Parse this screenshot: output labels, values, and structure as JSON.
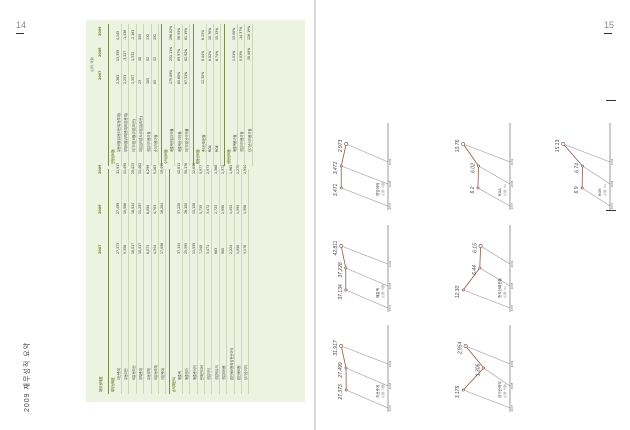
{
  "left_page": {
    "page_number": "14",
    "running_text": [
      "",
      "",
      ""
    ],
    "book_title": "2009 재무성적 요약"
  },
  "right_page": {
    "page_number": "15",
    "running_text": [
      "",
      "",
      ""
    ]
  },
  "table": {
    "unit": "(단위: 억원)",
    "headers": [
      "재무상태표",
      "2007",
      "2008",
      "2009"
    ],
    "balance_sheet": {
      "label": "재무상태표",
      "rows": [
        {
          "label": "자산총계",
          "v2007": "27,373",
          "v2008": "27,499",
          "v2009": "31,917"
        },
        {
          "label": "유동자산",
          "v2007": "9,356",
          "v2008": "10,586",
          "v2009": "11,495"
        },
        {
          "label": "비유동자산",
          "v2007": "18,017",
          "v2008": "16,914",
          "v2009": "20,422"
        },
        {
          "label": "부채총계",
          "v2007": "10,417",
          "v2008": "11,297",
          "v2009": "11,462"
        },
        {
          "label": "유동부채",
          "v2007": "6,073",
          "v2008": "6,594",
          "v2009": "6,299"
        },
        {
          "label": "비유동부채",
          "v2007": "4,344",
          "v2008": "4,703",
          "v2009": "5,163"
        },
        {
          "label": "자본총계",
          "v2007": "17,056",
          "v2008": "16,204",
          "v2009": "19,455"
        }
      ]
    },
    "income_statement": {
      "label": "손익계산서",
      "rows": [
        {
          "label": "매출액",
          "v2007": "37,134",
          "v2008": "37,228",
          "v2009": "42,811"
        },
        {
          "label": "매출원가",
          "v2007": "25,595",
          "v2008": "26,100",
          "v2009": "30,176"
        },
        {
          "label": "매출총이익",
          "v2007": "11,539",
          "v2008": "11,128",
          "v2009": "12,635"
        },
        {
          "label": "판매관리비",
          "v2007": "7,248",
          "v2008": "5,735",
          "v2009": "5,977"
        },
        {
          "label": "영업이익",
          "v2007": "3,471",
          "v2008": "3,472",
          "v2009": "2,973"
        },
        {
          "label": "영업외수익",
          "v2007": "663",
          "v2008": "2,725",
          "v2009": "1,368"
        },
        {
          "label": "영업외비용",
          "v2007": "900",
          "v2008": "2,990",
          "v2009": "2,372"
        },
        {
          "label": "법인세비용차감전순이익",
          "v2007": "2,224",
          "v2008": "1,452",
          "v2009": "1,963"
        },
        {
          "label": "법인세비용",
          "v2007": "1,050",
          "v2008": "1,595",
          "v2009": "1,270"
        },
        {
          "label": "당기순이익",
          "v2007": "3,176",
          "v2008": "1,306",
          "v2009": "2,954"
        }
      ]
    },
    "ratios": {
      "label": "재무비율",
      "headers": [
        "2007",
        "2008",
        "2009"
      ],
      "groups": [
        {
          "label": "안정성비율",
          "rows": [
            {
              "label": "유동비율(유동자산/유동부채)",
              "v2007": "2,361",
              "v2008": "13,399",
              "v2009": "4,145"
            },
            {
              "label": "부채비율(부채총계/자본총계)",
              "v2007": "2,251",
              "v2008": "-3,227",
              "v2009": "-1,436"
            },
            {
              "label": "자기자본비율(자본/자산)",
              "v2007": "1,357",
              "v2008": "1,332",
              "v2009": "-2,163"
            },
            {
              "label": "차입금의존도(차입금/자산)",
              "v2007": "23",
              "v2008": "48",
              "v2009": "305"
            },
            {
              "label": "영업이익증가율",
              "v2007": "185",
              "v2008": "92",
              "v2009": "132"
            },
            {
              "label": "순이익증가율",
              "v2007": "85",
              "v2008": "52",
              "v2009": "192"
            }
          ]
        },
        {
          "label": "수익성비율",
          "rows": [
            {
              "label": "매출액영업이익률",
              "v2007": "179.89%",
              "v2008": "251.11%",
              "v2009": "196.82%"
            },
            {
              "label": "매출액순이익률",
              "v2007": "60.60%",
              "v2008": "69.97%",
              "v2009": "58.93%"
            },
            {
              "label": "자기자본순이익률",
              "v2007": "67.51%",
              "v2008": "62.92%",
              "v2009": "61.19%"
            }
          ]
        },
        {
          "label": "활동성비율",
          "rows": [
            {
              "label": "총자산회전율",
              "v2007": "12.30%",
              "v2008": "6.44%",
              "v2009": "6.15%"
            },
            {
              "label": "ROA",
              "v2007": "",
              "v2008": "6.02%",
              "v2009": "10.76%"
            },
            {
              "label": "ROE",
              "v2007": "",
              "v2008": "6.74%",
              "v2009": "15.13%"
            }
          ]
        },
        {
          "label": "성장성비율",
          "rows": [
            {
              "label": "매출액증가율",
              "v2007": "",
              "v2008": "1.01%",
              "v2009": "15.00%"
            },
            {
              "label": "영업이익증가율",
              "v2007": "",
              "v2008": "0.03%",
              "v2009": "-14.37%"
            },
            {
              "label": "당기순이익증가율",
              "v2007": "",
              "v2008": "-58.88%",
              "v2009": "126.19%"
            }
          ]
        }
      ]
    }
  },
  "chart_data": [
    {
      "type": "line",
      "title": "자산총계",
      "subtitle": "(단위: 억원)",
      "x": [
        "2007",
        "2008",
        "2009"
      ],
      "values": [
        27373,
        27499,
        31917
      ],
      "value_labels": [
        "27,373",
        "27,499",
        "31,917"
      ]
    },
    {
      "type": "line",
      "title": "매출액",
      "subtitle": "(단위: 억원)",
      "x": [
        "2007",
        "2008",
        "2009"
      ],
      "values": [
        37134,
        37228,
        42811
      ],
      "value_labels": [
        "37,134",
        "37,228",
        "42,811"
      ]
    },
    {
      "type": "line",
      "title": "영업이익",
      "subtitle": "(단위: 억원)",
      "x": [
        "2007",
        "2008",
        "2009"
      ],
      "values": [
        3471,
        3472,
        2973
      ],
      "value_labels": [
        "3,471",
        "3,472",
        "2,973"
      ]
    },
    {
      "type": "line",
      "title": "당기순이익",
      "subtitle": "(단위: 억원)",
      "x": [
        "2007",
        "2008",
        "2009"
      ],
      "values": [
        3176,
        1306,
        2954
      ],
      "value_labels": [
        "3,176",
        "1,306",
        "2,954"
      ]
    },
    {
      "type": "line",
      "title": "총자산회전율",
      "subtitle": "(단위: %)",
      "x": [
        "2007",
        "2008",
        "2009"
      ],
      "values": [
        12.3,
        6.44,
        6.15
      ],
      "value_labels": [
        "12.30",
        "6.44",
        "6.15"
      ]
    },
    {
      "type": "line",
      "title": "ROA",
      "subtitle": "(단위: %)",
      "x": [
        "2007",
        "2008",
        "2009"
      ],
      "values": [
        6.2,
        6.02,
        10.76
      ],
      "value_labels": [
        "6.2",
        "6.02",
        "10.76"
      ]
    },
    {
      "type": "line",
      "title": "ROE",
      "subtitle": "(단위: %)",
      "x": [
        "2007",
        "2008",
        "2009"
      ],
      "values": [
        6.9,
        6.74,
        15.13
      ],
      "value_labels": [
        "6.9",
        "6.74",
        "15.13"
      ]
    }
  ]
}
